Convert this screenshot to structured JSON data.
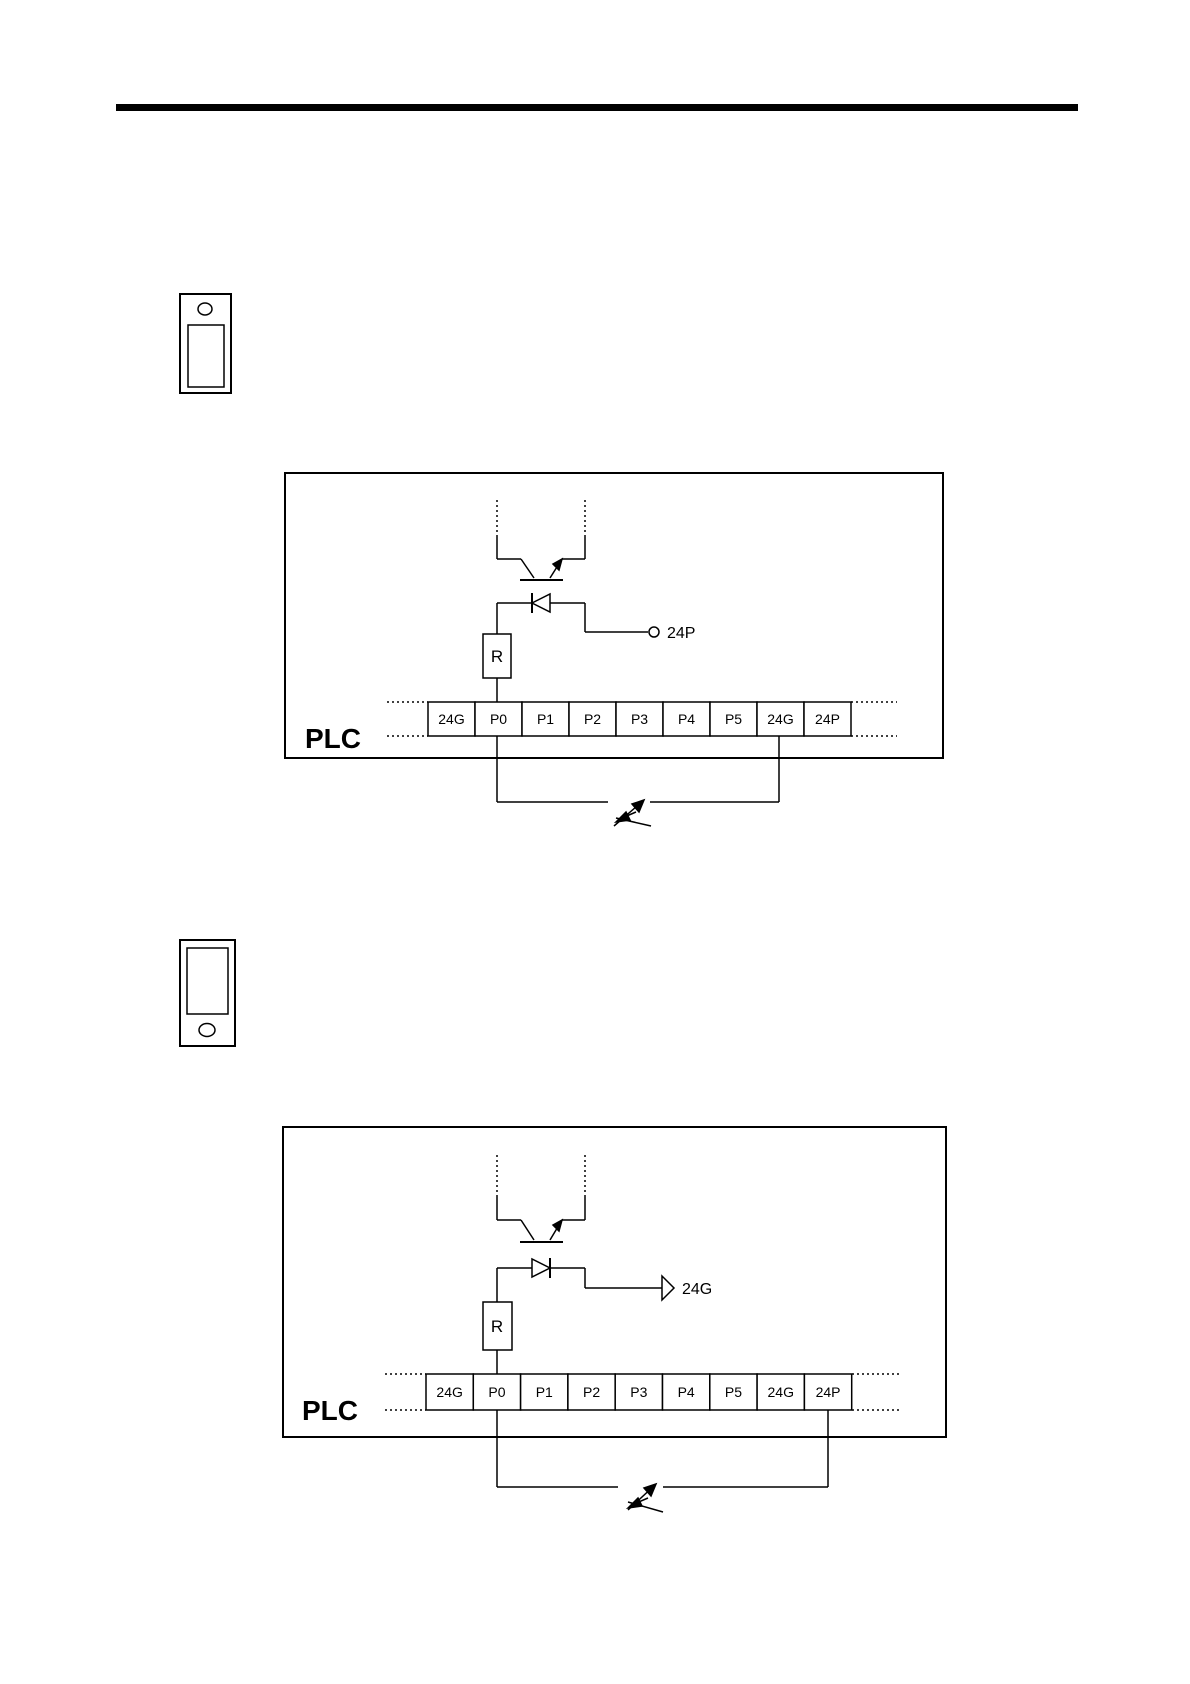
{
  "diagrams": [
    {
      "id": "sink",
      "label": "PLC",
      "terminals": [
        "24G",
        "P0",
        "P1",
        "P2",
        "P3",
        "P4",
        "P5",
        "24G",
        "24P"
      ],
      "resistor_label": "R",
      "supply_label": "24P",
      "supply_symbol": "open-circle",
      "diode_direction": "left",
      "return_terminal": "24G",
      "switch_icon_position": "top"
    },
    {
      "id": "source",
      "label": "PLC",
      "terminals": [
        "24G",
        "P0",
        "P1",
        "P2",
        "P3",
        "P4",
        "P5",
        "24G",
        "24P"
      ],
      "resistor_label": "R",
      "supply_label": "24G",
      "supply_symbol": "ground-triangle",
      "diode_direction": "right",
      "return_terminal": "24P",
      "switch_icon_position": "bottom"
    }
  ]
}
